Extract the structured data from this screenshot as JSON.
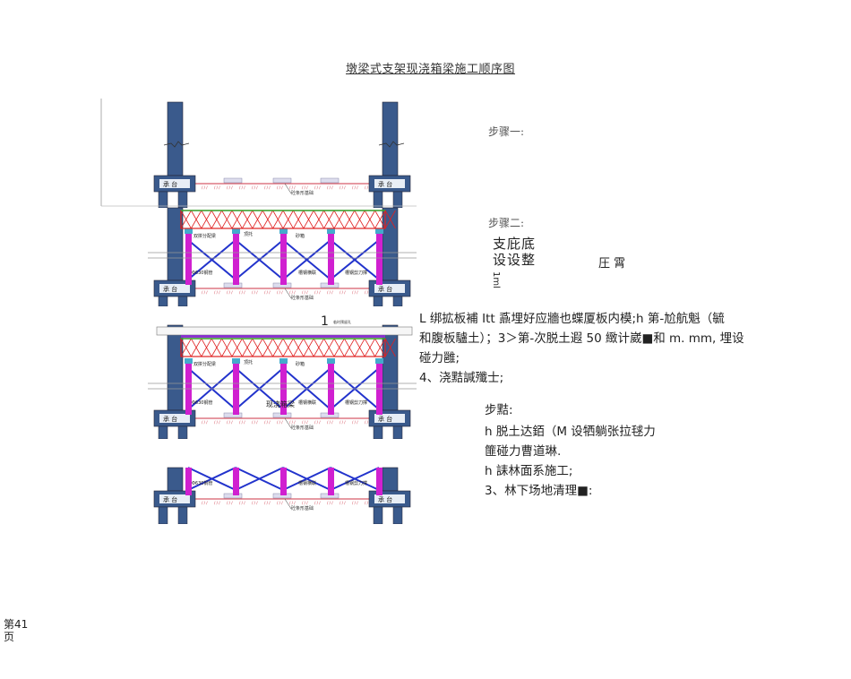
{
  "document": {
    "title": "墩梁式支架现浇箱梁施工顺序图",
    "page_number": "第41\n页"
  },
  "steps": {
    "step1_heading": "步骤一:",
    "step2_heading": "步骤二:",
    "step2_lines": [
      "支庇底",
      "设设整"
    ],
    "step2_fragment_rotated": "1ml",
    "step2_fragment_right": "圧 霄",
    "step2_paragraph": [
      "L 绑拡板補 Itt 鼒埋好应牆也蝶厦板内模;h 第-尬航魁（毓",
      "和腹板驢土）；3＞第-次脱土遐 50 緻计崴■和 m. mm, 埋设",
      "碰力雝;",
      "4、浇黠諴殲士;"
    ],
    "step3_heading": "步黠:",
    "step3_lines": [
      "h 脱土达銆（M 设牺躺张拉毬力",
      "篚碰力曹道琳.",
      "h 誄林面系施工;",
      "3、林下场地清理■:"
    ]
  },
  "diagram_labels": {
    "cap": "承  台",
    "foundation": "砼条形基础",
    "distribution_beam": "双拼分配梁",
    "jack": "顶托",
    "sand_box": "砂箱",
    "steel_pipe": "Φ630钢管",
    "channel_brace": "槽钢横联",
    "scissor_brace": "槽钢剪刀撑",
    "cast_girder": "现浇箱梁",
    "marker": "1",
    "hole_note": "临时预留孔"
  },
  "colors": {
    "pier": "#3a5a8c",
    "truss": "#e02020",
    "column": "#d020d0",
    "brace": "#2233cc",
    "deck_top": "#8833cc",
    "ground": "#cc3344"
  }
}
